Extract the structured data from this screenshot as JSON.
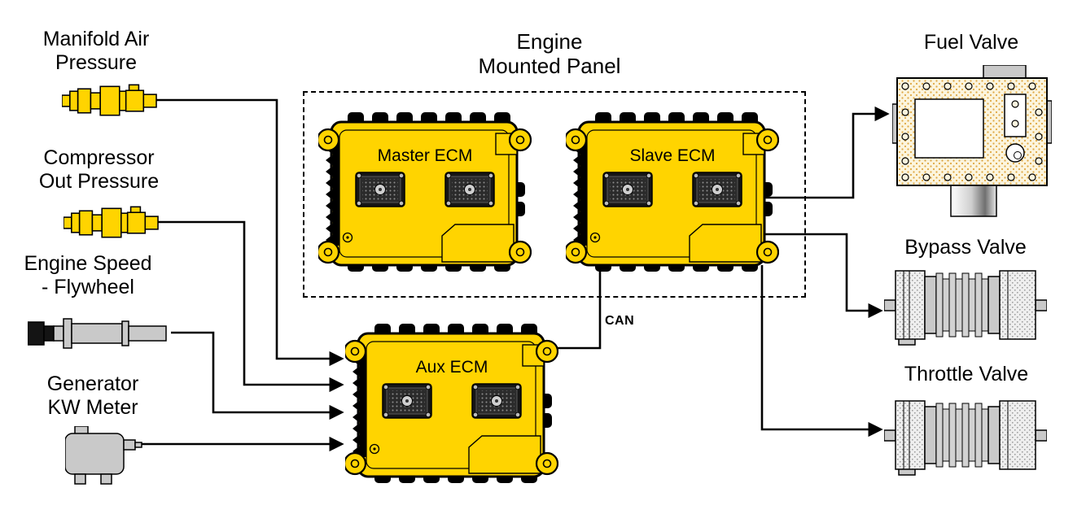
{
  "diagram": {
    "panel_title": {
      "line1": "Engine",
      "line2": "Mounted Panel"
    },
    "bus_label": "CAN",
    "inputs": [
      {
        "line1": "Manifold Air",
        "line2": "Pressure",
        "icon": "pressure-sensor-icon"
      },
      {
        "line1": "Compressor",
        "line2": "Out Pressure",
        "icon": "pressure-sensor-icon"
      },
      {
        "line1": "Engine Speed",
        "line2": "- Flywheel",
        "icon": "speed-sensor-icon"
      },
      {
        "line1": "Generator",
        "line2": "KW Meter",
        "icon": "kw-meter-icon"
      }
    ],
    "modules": [
      {
        "name": "Master ECM"
      },
      {
        "name": "Slave ECM"
      },
      {
        "name": "Aux ECM"
      }
    ],
    "outputs": [
      {
        "label": "Fuel Valve",
        "icon": "fuel-valve-icon"
      },
      {
        "label": "Bypass Valve",
        "icon": "bypass-valve-icon"
      },
      {
        "label": "Throttle Valve",
        "icon": "throttle-valve-icon"
      }
    ],
    "colors": {
      "ecm_yellow": "#FFD400",
      "sensor_yellow": "#FFD400",
      "metal_gray": "#C9C9C9",
      "line_black": "#000000"
    }
  }
}
